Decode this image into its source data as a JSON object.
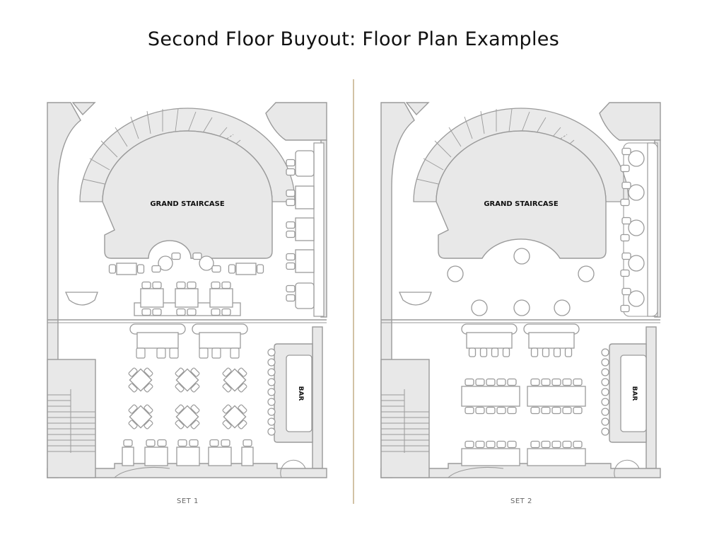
{
  "title": "Second Floor Buyout: Floor Plan Examples",
  "plans": [
    {
      "id": "set-1",
      "label": "SET 1",
      "staircase_label": "GRAND STAIRCASE",
      "bar_label": "BAR"
    },
    {
      "id": "set-2",
      "label": "SET 2",
      "staircase_label": "GRAND STAIRCASE",
      "bar_label": "BAR"
    }
  ],
  "colors": {
    "wall": "#e8e8e8",
    "line": "#9a9a9a",
    "divider": "#b49a6a"
  }
}
